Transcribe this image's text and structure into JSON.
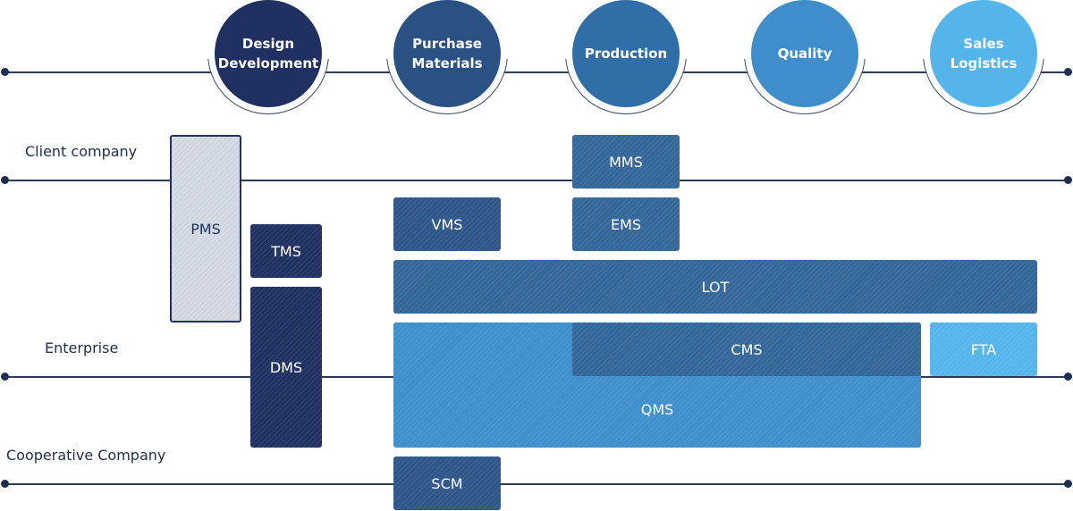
{
  "stages": [
    {
      "id": "design",
      "label": "Design\nDevelopment",
      "color": "#1f3061"
    },
    {
      "id": "purchase",
      "label": "Purchase\nMaterials",
      "color": "#2a5184"
    },
    {
      "id": "production",
      "label": "Production",
      "color": "#2f6ea6"
    },
    {
      "id": "quality",
      "label": "Quality",
      "color": "#3f8ecb"
    },
    {
      "id": "sales",
      "label": "Sales\nLogistics",
      "color": "#55b5ea"
    }
  ],
  "rows": {
    "client": "Client company",
    "enterprise": "Enterprise",
    "cooperative": "Cooperative Company"
  },
  "systems": {
    "pms": "PMS",
    "tms": "TMS",
    "dms": "DMS",
    "vms": "VMS",
    "mms": "MMS",
    "ems": "EMS",
    "lot": "LOT",
    "cms": "CMS",
    "fta": "FTA",
    "qms": "QMS",
    "scm": "SCM"
  }
}
